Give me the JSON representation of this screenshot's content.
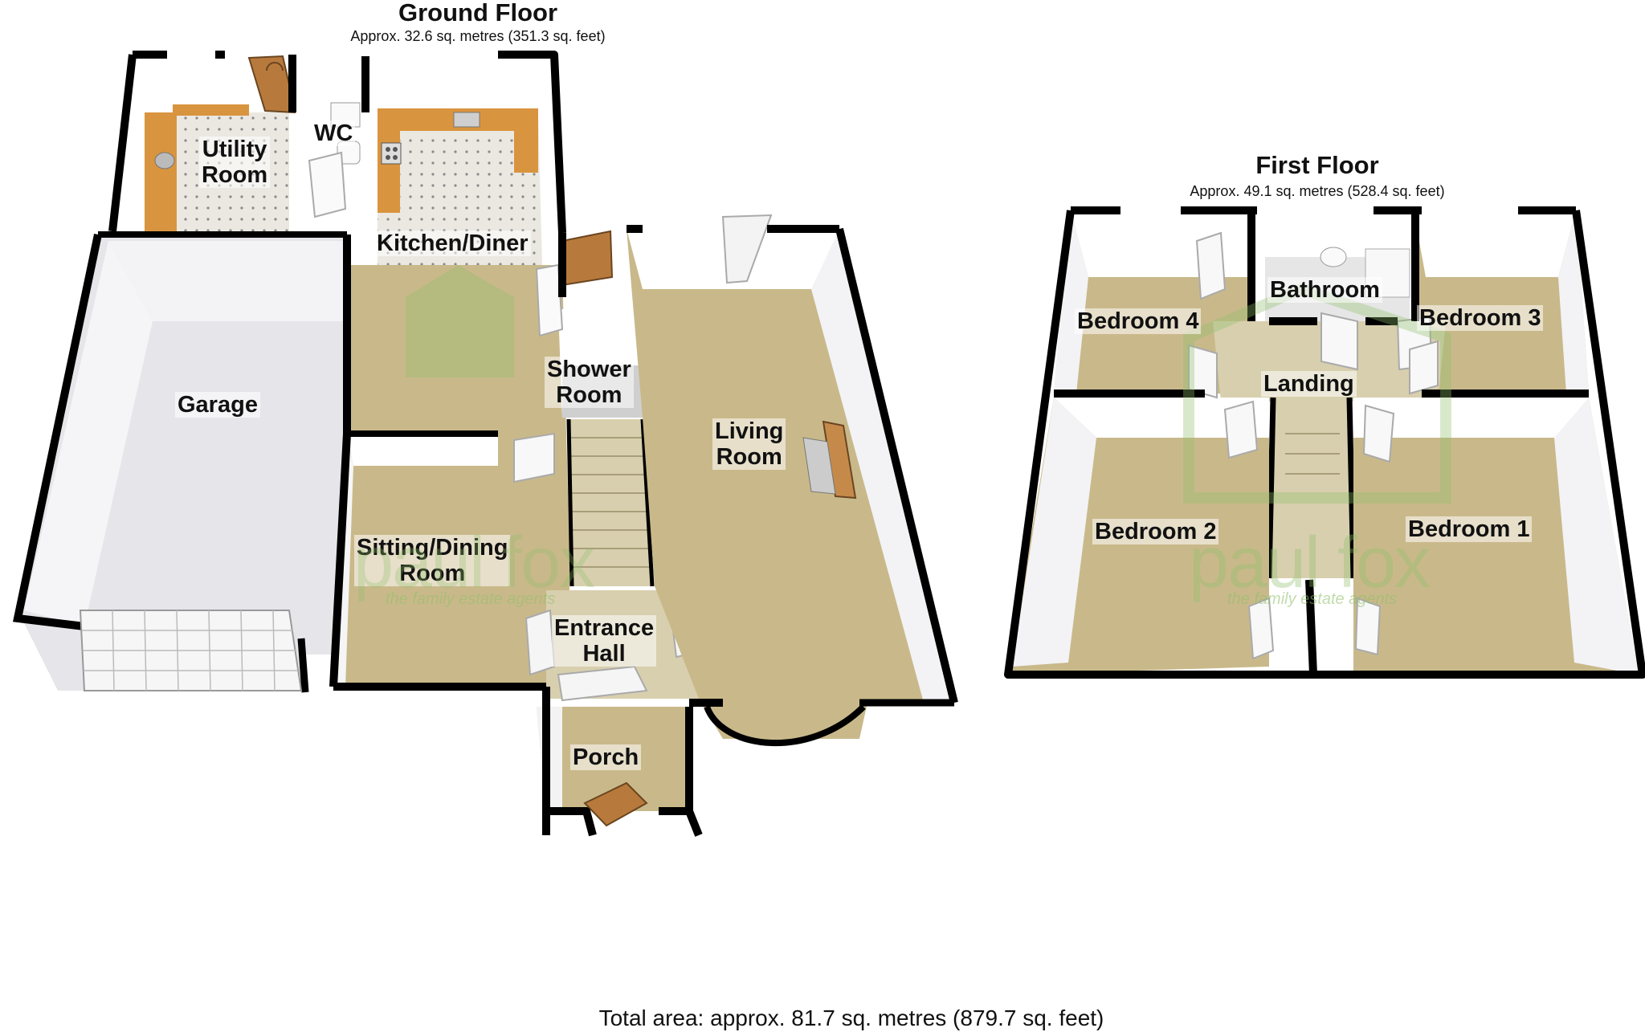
{
  "ground_floor": {
    "title": "Ground Floor",
    "area": "Approx. 32.6 sq. metres (351.3 sq. feet)",
    "rooms": {
      "utility_line1": "Utility",
      "utility_line2": "Room",
      "wc": "WC",
      "kitchen": "Kitchen/Diner",
      "garage": "Garage",
      "shower_line1": "Shower",
      "shower_line2": "Room",
      "living_line1": "Living",
      "living_line2": "Room",
      "sitting_line1": "Sitting/Dining",
      "sitting_line2": "Room",
      "hall_line1": "Entrance",
      "hall_line2": "Hall",
      "porch": "Porch"
    }
  },
  "first_floor": {
    "title": "First Floor",
    "area": "Approx. 49.1 sq. metres (528.4 sq. feet)",
    "rooms": {
      "bathroom": "Bathroom",
      "bedroom4": "Bedroom 4",
      "bedroom3": "Bedroom 3",
      "landing": "Landing",
      "bedroom2": "Bedroom 2",
      "bedroom1": "Bedroom 1"
    }
  },
  "total_area": "Total area: approx. 81.7 sq. metres (879.7 sq. feet)",
  "watermark": {
    "brand": "paul fox",
    "tagline": "the family estate agents"
  },
  "colors": {
    "wall": "#000000",
    "floor_carpet": "#c9b98a",
    "floor_tile": "#e8e4dc",
    "garage_floor": "#e3e3e6",
    "counter": "#d9943f",
    "watermark": "#8fbf6a"
  }
}
